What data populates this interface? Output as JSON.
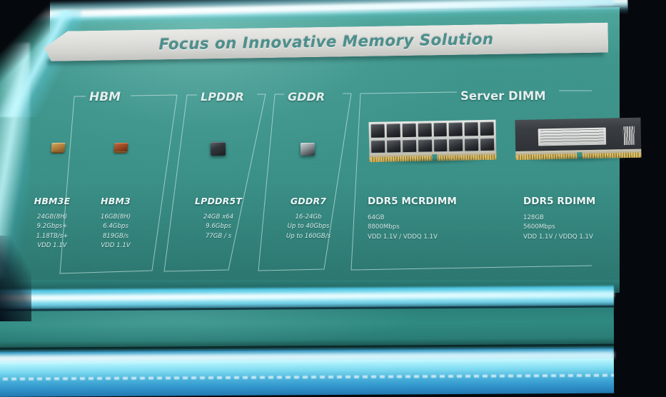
{
  "header": {
    "title": "Focus on Innovative Memory Solution"
  },
  "categories": [
    {
      "label": "HBM"
    },
    {
      "label": "LPDDR"
    },
    {
      "label": "GDDR"
    },
    {
      "label": "Server DIMM"
    }
  ],
  "products": [
    {
      "name": "HBM3E",
      "chip": "hbm-stack-chip",
      "specs": [
        "24GB(8H)",
        "9.2Gbps+",
        "1.18TB/s+",
        "VDD 1.1V"
      ]
    },
    {
      "name": "HBM3",
      "chip": "hbm-stack-chip",
      "specs": [
        "16GB(8H)",
        "6.4Gbps",
        "819GB/s",
        "VDD 1.1V"
      ]
    },
    {
      "name": "LPDDR5T",
      "chip": "lpddr-package-chip",
      "specs": [
        "24GB x64",
        "9.6Gbps",
        "77GB / s"
      ]
    },
    {
      "name": "GDDR7",
      "chip": "gddr-package-chip",
      "specs": [
        "16-24Gb",
        "Up to 40Gbps",
        "Up to 160GB/s"
      ]
    },
    {
      "name": "DDR5 MCRDIMM",
      "chip": "dimm-module",
      "specs": [
        "64GB",
        "8800Mbps",
        "VDD 1.1V / VDDQ 1.1V"
      ]
    },
    {
      "name": "DDR5 RDIMM",
      "chip": "dimm-module",
      "specs": [
        "128GB",
        "5600Mbps",
        "VDD 1.1V / VDDQ 1.1V"
      ]
    }
  ],
  "colors": {
    "board_teal": "#3b9188",
    "led_cyan": "#b9f6ff",
    "title_text": "#4d8f8c",
    "plate": "#dedeea",
    "spec_text": "#dff0ee"
  }
}
